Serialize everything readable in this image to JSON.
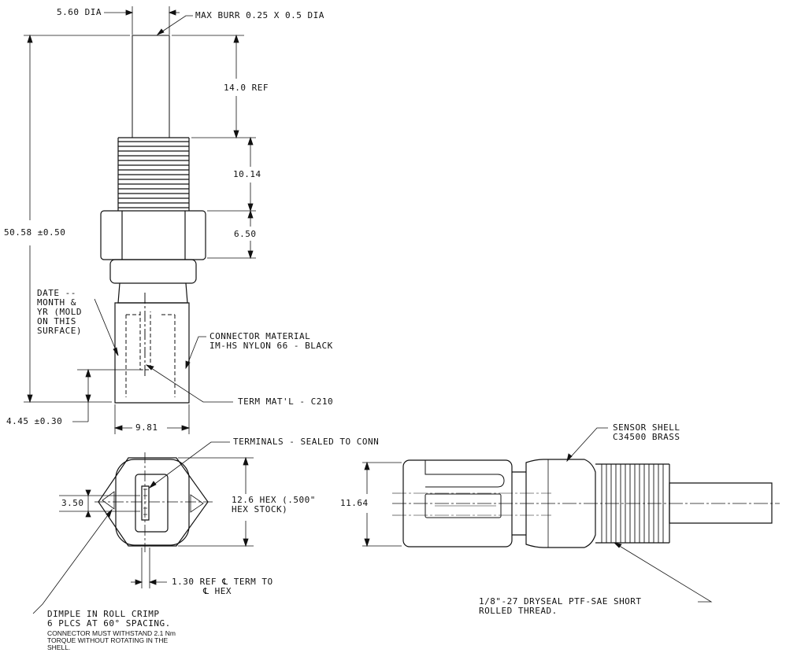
{
  "labels": {
    "dia_5_60": "5.60 DIA",
    "max_burr": "MAX BURR 0.25 X 0.5 DIA",
    "ref_14": "14.0 REF",
    "dim_10_14": "10.14",
    "dim_6_50": "6.50",
    "overall_length": "50.58 ±0.50",
    "date_note": [
      "DATE --",
      "MONTH &",
      "YR (MOLD",
      "ON THIS",
      "SURFACE)"
    ],
    "connector_material": [
      "CONNECTOR MATERIAL",
      "IM-HS NYLON 66 - BLACK"
    ],
    "term_material": "TERM MAT'L - C210",
    "dim_4_45": "4.45 ±0.30",
    "dim_9_81": "9.81",
    "terminals": "TERMINALS - SEALED TO CONN",
    "dim_3_50": "3.50",
    "hex_note": [
      "12.6 HEX (.500\"",
      "HEX STOCK)"
    ],
    "term_offset": [
      "1.30 REF ℄ TERM TO",
      "℄ HEX"
    ],
    "dimple": [
      "DIMPLE IN ROLL CRIMP",
      "6 PLCS AT 60° SPACING."
    ],
    "torque_note": [
      "CONNECTOR MUST WITHSTAND 2.1 Nm",
      "TORQUE WITHOUT ROTATING IN THE",
      "SHELL."
    ],
    "sensor_shell": [
      "SENSOR SHELL",
      "C34500 BRASS"
    ],
    "dim_11_64": "11.64",
    "thread_note": [
      "1/8\"-27 DRYSEAL PTF-SAE SHORT",
      "ROLLED THREAD."
    ]
  }
}
